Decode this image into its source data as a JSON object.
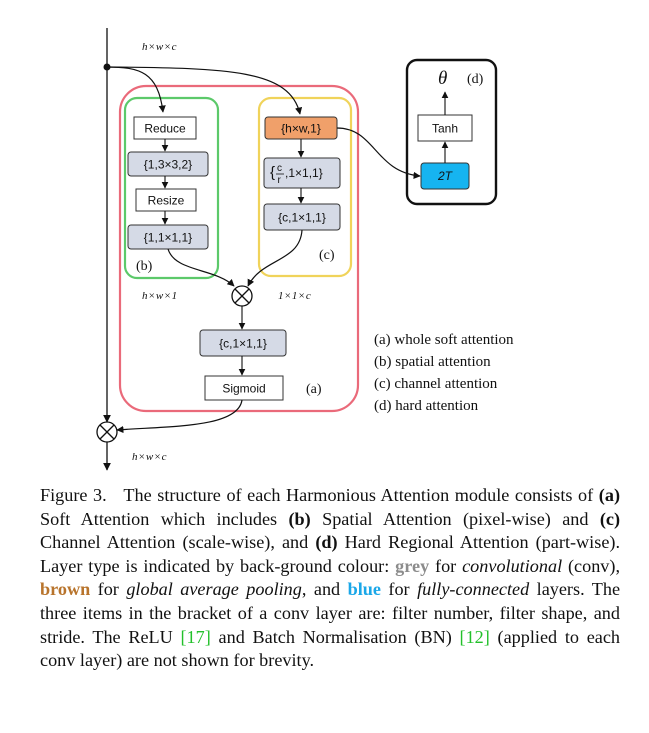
{
  "figure": {
    "input_dim": "h×w×c",
    "output_dim": "h×w×c",
    "spatial_dim": "h×w×1",
    "channel_dim": "1×1×c",
    "spatial_branch": {
      "label": "(b)",
      "reduce": "Reduce",
      "conv1": "{1,3×3,2}",
      "resize": "Resize",
      "conv2": "{1,1×1,1}"
    },
    "channel_branch": {
      "label": "(c)",
      "pool": "{h×w,1}",
      "conv1_frac_num": "c",
      "conv1_frac_den": "r",
      "conv1_rest": ",1×1,1}",
      "conv2": "{c,1×1,1}"
    },
    "soft": {
      "label": "(a)",
      "conv": "{c,1×1,1}",
      "sigmoid": "Sigmoid"
    },
    "hard": {
      "label": "(d)",
      "theta": "θ",
      "tanh": "Tanh",
      "fc": "2T"
    },
    "legend": [
      "(a) whole soft attention",
      "(b) spatial attention",
      "(c) channel attention",
      "(d) hard attention"
    ],
    "colors": {
      "soft_border": "#ea6a7a",
      "spatial_border": "#5cc96a",
      "channel_border": "#f0d35a",
      "conv_fill": "#d5dae6",
      "pool_fill": "#f0a06a",
      "fc_fill": "#16b4f0"
    }
  },
  "caption": {
    "lead": "Figure 3.",
    "s1": "The structure of each Harmonious Attention module consists of",
    "a": "(a)",
    "s2": "Soft Attention which includes",
    "b": "(b)",
    "s3": "Spatial Attention (pixel-wise) and",
    "c": "(c)",
    "s4": "Channel Attention (scale-wise), and",
    "d": "(d)",
    "s5": "Hard Regional Attention (part-wise). Layer type is indicated by back-ground colour:",
    "grey": "grey",
    "s6": "for",
    "conv_i": "convolutional",
    "s7": "(conv),",
    "brown": "brown",
    "s8": "for",
    "gap_i": "global average pooling",
    "s9": ", and",
    "blue": "blue",
    "s10": "for",
    "fc_i": "fully-connected",
    "s11": "layers. The three items in the bracket of a conv layer are: filter number, filter shape, and stride. The ReLU",
    "cite1": "[17]",
    "s12": "and Batch Normalisation (BN)",
    "cite2": "[12]",
    "s13": "(applied to each conv layer) are not shown for brevity."
  }
}
